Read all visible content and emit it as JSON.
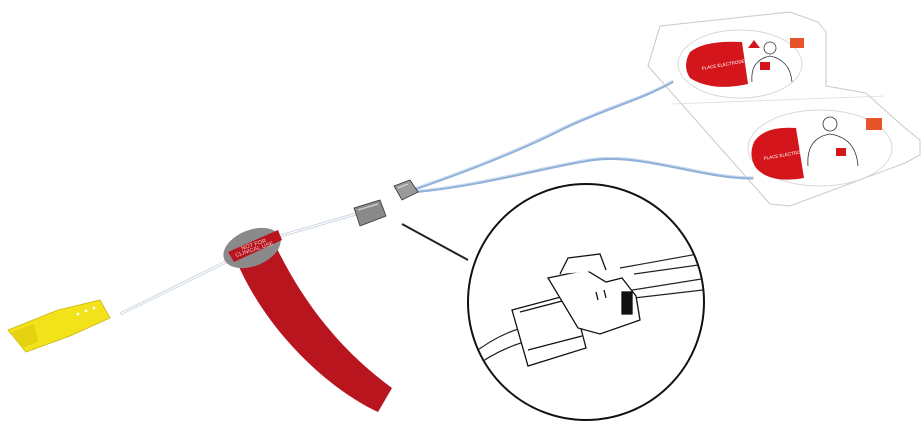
{
  "strap": {
    "label_line1": "NOT FOR",
    "label_line2": "CLINICAL USE"
  },
  "pads": {
    "upper_pad_label": "PLACE ELECTRODE",
    "lower_pad_label": "PLACE ELECTRODE"
  },
  "colors": {
    "strap_red": "#b8151e",
    "pad_red": "#d4161c",
    "tab_orange": "#e9532a",
    "cable_blue": "#8fb0d9",
    "yellow_connector": "#f2e21a",
    "grey_ferrule": "#8a8a8a"
  }
}
